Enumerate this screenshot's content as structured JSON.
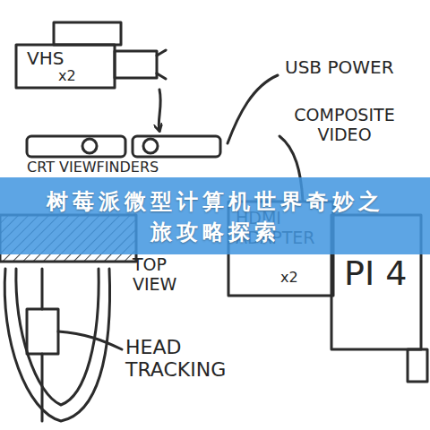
{
  "diagram": {
    "title": "树莓派微型计算机世界奇妙之旅攻略探索",
    "nodes": [
      {
        "text": [
          "VHS",
          "x2"
        ]
      },
      {
        "text": [
          "CRT VIEWFINDERS"
        ]
      },
      {
        "text": [
          "HDMI ADAPTER",
          "x2"
        ]
      },
      {
        "text": [
          "PI 4"
        ]
      }
    ],
    "edges": [
      {
        "from": 0,
        "to": 1,
        "arrow": "to"
      }
    ],
    "labels": [
      "USB POWER",
      "COMPOSITE VIDEO",
      "TOP VIEW",
      "HEAD TRACKING"
    ]
  }
}
